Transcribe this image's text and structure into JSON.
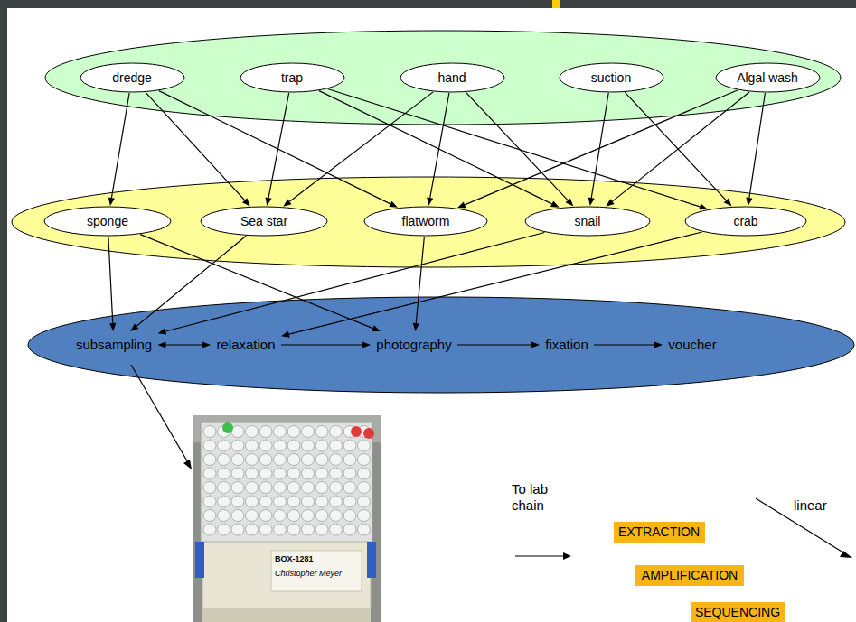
{
  "diagram": {
    "nodes": [
      {
        "text": [
          "dredge"
        ]
      },
      {
        "text": [
          "trap"
        ]
      },
      {
        "text": [
          "hand"
        ]
      },
      {
        "text": [
          "suction"
        ]
      },
      {
        "text": [
          "Algal wash"
        ]
      },
      {
        "text": [
          "sponge"
        ]
      },
      {
        "text": [
          "Sea star"
        ]
      },
      {
        "text": [
          "flatworm"
        ]
      },
      {
        "text": [
          "snail"
        ]
      },
      {
        "text": [
          "crab"
        ]
      },
      {
        "text": [
          "subsampling"
        ]
      },
      {
        "text": [
          "relaxation"
        ]
      },
      {
        "text": [
          "photography"
        ]
      },
      {
        "text": [
          "fixation"
        ]
      },
      {
        "text": [
          "voucher"
        ]
      },
      {
        "text": [
          "EXTRACTION"
        ]
      },
      {
        "text": [
          "AMPLIFICATION"
        ]
      },
      {
        "text": [
          "SEQUENCING"
        ]
      }
    ],
    "edges": [
      {
        "from": 0,
        "to": 5,
        "arrow": "to"
      },
      {
        "from": 0,
        "to": 6,
        "arrow": "to"
      },
      {
        "from": 0,
        "to": 7,
        "arrow": "to"
      },
      {
        "from": 1,
        "to": 6,
        "arrow": "to"
      },
      {
        "from": 1,
        "to": 8,
        "arrow": "to"
      },
      {
        "from": 1,
        "to": 9,
        "arrow": "to"
      },
      {
        "from": 2,
        "to": 6,
        "arrow": "to"
      },
      {
        "from": 2,
        "to": 7,
        "arrow": "to"
      },
      {
        "from": 2,
        "to": 8,
        "arrow": "to"
      },
      {
        "from": 3,
        "to": 8,
        "arrow": "to"
      },
      {
        "from": 3,
        "to": 9,
        "arrow": "to"
      },
      {
        "from": 4,
        "to": 7,
        "arrow": "to"
      },
      {
        "from": 4,
        "to": 8,
        "arrow": "to"
      },
      {
        "from": 4,
        "to": 9,
        "arrow": "to"
      },
      {
        "from": 5,
        "to": 10,
        "arrow": "to"
      },
      {
        "from": 5,
        "to": 12,
        "arrow": "to"
      },
      {
        "from": 6,
        "to": 10,
        "arrow": "to"
      },
      {
        "from": 7,
        "to": 12,
        "arrow": "to"
      },
      {
        "from": 8,
        "to": 10,
        "arrow": "to"
      },
      {
        "from": 9,
        "to": 11,
        "arrow": "to"
      },
      {
        "from": 10,
        "to": 11,
        "arrow": "both"
      },
      {
        "from": 11,
        "to": 12,
        "arrow": "to"
      },
      {
        "from": 12,
        "to": 13,
        "arrow": "to"
      },
      {
        "from": 13,
        "to": 14,
        "arrow": "to"
      }
    ],
    "labels": [
      "To lab chain",
      "linear",
      "BOX-1281",
      "Christopher Meyer"
    ]
  }
}
